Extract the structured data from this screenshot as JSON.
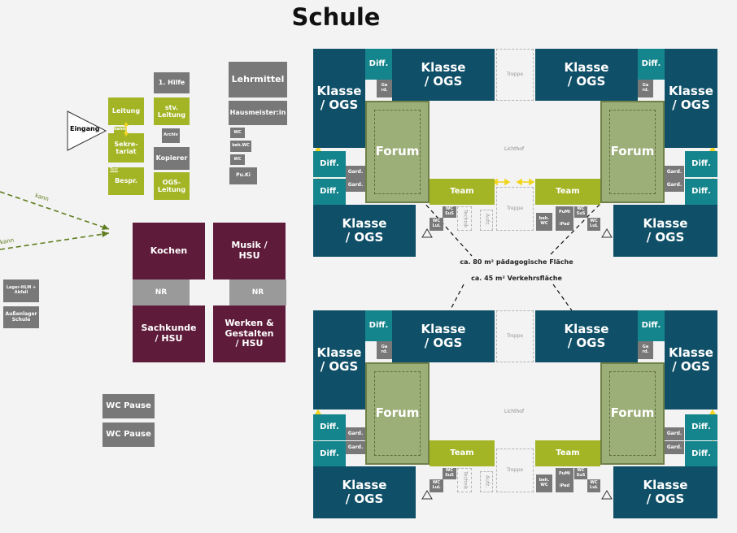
{
  "title": "Schule",
  "colors": {
    "class_teal": "#0f4f68",
    "diff_teal": "#14858c",
    "lime": "#a3b524",
    "forum_green": "#9daf79",
    "plum": "#5e1b3a",
    "grey": "#787878",
    "arrow_yellow": "#f1d51e",
    "dash_green": "#5f7d1e"
  },
  "admin": {
    "eingang": "Eingang",
    "eingang_sub": "kann",
    "leitung": "Leitung",
    "sekretariat": "Sekre-\ntariat",
    "bespr_tag": "Text",
    "bespr": "Bespr.",
    "erste_hilfe": "1. Hilfe",
    "stv_leitung": "stv.\nLeitung",
    "archiv": "Archiv",
    "kopierer": "Kopierer",
    "ogs_leitung": "OGS-\nLeitung",
    "lehrmittel": "Lehrmittel",
    "hausmeister": "Hausmeister:in",
    "wc1": "WC",
    "beh_wc": "beh.WC",
    "wc2": "WC",
    "putz": "Pu.Ki"
  },
  "left": {
    "kann1": "kann",
    "kann2": "kann",
    "lager": "Lager-HLM +\nAbfall",
    "aussenlager": "Außenlager\nSchule"
  },
  "special": {
    "kochen": "Kochen",
    "musik": "Musik /\nHSU",
    "nr1": "NR",
    "nr2": "NR",
    "sachkunde": "Sachkunde\n/ HSU",
    "werken": "Werken &\nGestalten\n/ HSU"
  },
  "wc_pause": [
    "WC Pause",
    "WC Pause"
  ],
  "cluster": {
    "klasse": "Klasse\n/ OGS",
    "diff": "Diff.",
    "gard": "Gard.",
    "gard_short": "Ga\nrd.",
    "forum": "Forum",
    "team": "Team",
    "treppe": "Treppe",
    "lichthof": "Lichthof",
    "technik": "Technik",
    "aufz": "Aufz.",
    "wc_sus": "WC\nSuS",
    "wc_lul": "WC\nLuL",
    "putz": "PuMi",
    "beh_wc": "beh.\nWC",
    "ipad": "iPad"
  },
  "captions": {
    "paed": "ca. 80 m² pädagogische Fläche",
    "verkehr": "ca. 45 m² Verkehrsfläche"
  }
}
